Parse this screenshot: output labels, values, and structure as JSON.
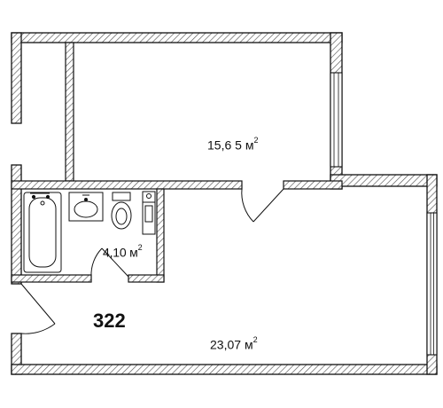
{
  "apartment": {
    "number": "322"
  },
  "rooms": [
    {
      "id": "bedroom",
      "area": "15,6 5",
      "unit": "м",
      "exp": "2"
    },
    {
      "id": "bathroom",
      "area": "4,10",
      "unit": "м",
      "exp": "2"
    },
    {
      "id": "living",
      "area": "23,07",
      "unit": "м",
      "exp": "2"
    }
  ],
  "colors": {
    "wall_hatch": "#555555",
    "wall_fill": "#ffffff",
    "outline": "#111111",
    "window_glass": "#ffffff"
  }
}
